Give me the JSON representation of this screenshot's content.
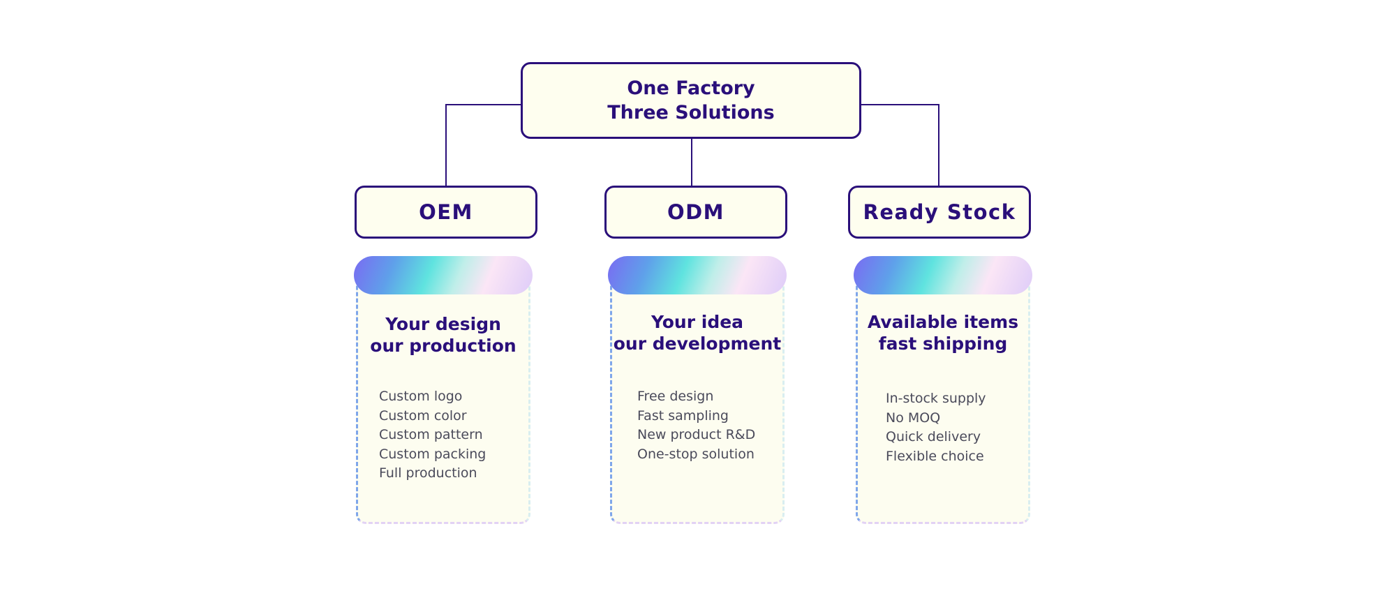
{
  "root": {
    "line1": "One Factory",
    "line2": "Three Solutions"
  },
  "categories": [
    {
      "label": "OEM",
      "title_line1": "Your design",
      "title_line2": "our production",
      "items": [
        "Custom logo",
        "Custom color",
        "Custom pattern",
        "Custom packing",
        "Full production"
      ]
    },
    {
      "label": "ODM",
      "title_line1": "Your idea",
      "title_line2": "our development",
      "items": [
        "Free design",
        "Fast sampling",
        "New product R&D",
        "One-stop solution"
      ]
    },
    {
      "label": "Ready Stock",
      "title_line1": "Available items",
      "title_line2": "fast shipping",
      "items": [
        "In-stock supply",
        "No MOQ",
        "Quick delivery",
        "Flexible choice"
      ]
    }
  ],
  "colors": {
    "primary": "#2a0f7a",
    "box_fill": "#fefeef",
    "list_text": "#4a4a5a",
    "gradient": [
      "#7a6bf2",
      "#5fe3df",
      "#fbe6f6",
      "#deccf8"
    ]
  }
}
